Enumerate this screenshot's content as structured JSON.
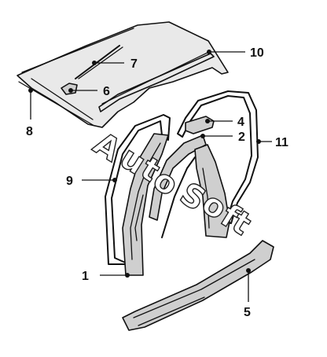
{
  "labels": [
    {
      "id": "1",
      "text": "1"
    },
    {
      "id": "2",
      "text": "2"
    },
    {
      "id": "4",
      "text": "4"
    },
    {
      "id": "5",
      "text": "5"
    },
    {
      "id": "6",
      "text": "6"
    },
    {
      "id": "7",
      "text": "7"
    },
    {
      "id": "8",
      "text": "8"
    },
    {
      "id": "9",
      "text": "9"
    },
    {
      "id": "10",
      "text": "10"
    },
    {
      "id": "11",
      "text": "11"
    }
  ],
  "watermark": {
    "letters": [
      "A",
      "u",
      "t",
      "o",
      "S",
      "o",
      "f",
      "t"
    ]
  },
  "colors": {
    "line": "#111111",
    "background": "#ffffff",
    "shade": "#cfcfcf"
  }
}
